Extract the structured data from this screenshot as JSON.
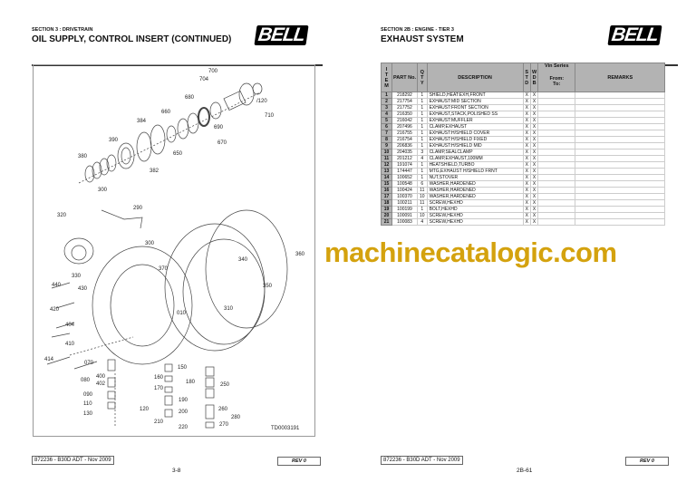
{
  "left_page": {
    "section": "SECTION 3 : DRIVETRAIN",
    "title": "OIL SUPPLY, CONTROL INSERT (CONTINUED)",
    "logo": "BELL",
    "diagram_labels": [
      "700",
      "704",
      "680",
      "/120",
      "660",
      "710",
      "384",
      "690",
      "390",
      "670",
      "650",
      "380",
      "382",
      "300",
      "290",
      "320",
      "300",
      "340",
      "360",
      "370",
      "330",
      "440",
      "430",
      "350",
      "420",
      "310",
      "010",
      "404",
      "410",
      "414",
      "070",
      "150",
      "400",
      "402",
      "160",
      "180",
      "250",
      "080",
      "170",
      "090",
      "190",
      "260",
      "110",
      "120",
      "200",
      "280",
      "130",
      "210",
      "270",
      "220"
    ],
    "drawing_ref": "TD0003191",
    "footer_doc": "872236 - B30D ADT - Nov 2009",
    "footer_rev": "REV 0",
    "page_number": "3-8"
  },
  "right_page": {
    "section": "SECTION 2B : ENGINE - TIER 3",
    "title": "EXHAUST SYSTEM",
    "logo": "BELL",
    "table": {
      "headers": {
        "item": "I T E M",
        "part": "PART No.",
        "qty": "Q T Y",
        "description": "DESCRIPTION",
        "std": "S T D",
        "wdb": "W D B",
        "vin_series": "Vin Series",
        "from_to": "From: To:",
        "remarks": "REMARKS"
      },
      "rows": [
        {
          "item": "1",
          "part": "218292",
          "qty": "1",
          "desc": "SHIELD,HEAT:EXH,FRONT",
          "std": "X",
          "wdb": "X"
        },
        {
          "item": "2",
          "part": "217754",
          "qty": "1",
          "desc": "EXHAUST:MID SECTION",
          "std": "X",
          "wdb": "X"
        },
        {
          "item": "3",
          "part": "217752",
          "qty": "1",
          "desc": "EXHAUST:FRONT SECTION",
          "std": "X",
          "wdb": "X"
        },
        {
          "item": "4",
          "part": "216350",
          "qty": "1",
          "desc": "EXHAUST,STACK,POLISHED SS",
          "std": "X",
          "wdb": "X"
        },
        {
          "item": "5",
          "part": "216042",
          "qty": "1",
          "desc": "EXHAUST:MUFFLER",
          "std": "X",
          "wdb": "X"
        },
        {
          "item": "6",
          "part": "207496",
          "qty": "1",
          "desc": "CLAMP,EXHAUST",
          "std": "X",
          "wdb": "X"
        },
        {
          "item": "7",
          "part": "216755",
          "qty": "1",
          "desc": "EXHAUST:H/SHIELD COVER",
          "std": "X",
          "wdb": "X"
        },
        {
          "item": "8",
          "part": "216754",
          "qty": "1",
          "desc": "EXHAUST:H/SHIELD FIXED",
          "std": "X",
          "wdb": "X"
        },
        {
          "item": "9",
          "part": "206836",
          "qty": "1",
          "desc": "EXHAUST:H/SHIELD MID",
          "std": "X",
          "wdb": "X"
        },
        {
          "item": "10",
          "part": "204035",
          "qty": "3",
          "desc": "CLAMP,SEALCLAMP",
          "std": "X",
          "wdb": "X"
        },
        {
          "item": "11",
          "part": "201212",
          "qty": "4",
          "desc": "CLAMP,EXHAUST,100MM",
          "std": "X",
          "wdb": "X"
        },
        {
          "item": "12",
          "part": "191074",
          "qty": "1",
          "desc": "HEATSHIELD,TURBO",
          "std": "X",
          "wdb": "X"
        },
        {
          "item": "13",
          "part": "174447",
          "qty": "1",
          "desc": "MTG,EXHAUST H/SHIELD FRNT",
          "std": "X",
          "wdb": "X"
        },
        {
          "item": "14",
          "part": "100652",
          "qty": "1",
          "desc": "NUT,STOVER",
          "std": "X",
          "wdb": "X"
        },
        {
          "item": "15",
          "part": "100548",
          "qty": "6",
          "desc": "WASHER,HARDENED",
          "std": "X",
          "wdb": "X"
        },
        {
          "item": "16",
          "part": "100424",
          "qty": "11",
          "desc": "WASHER,HARDENED",
          "std": "X",
          "wdb": "X"
        },
        {
          "item": "17",
          "part": "100370",
          "qty": "10",
          "desc": "WASHER,HARDENED",
          "std": "X",
          "wdb": "X"
        },
        {
          "item": "18",
          "part": "100211",
          "qty": "11",
          "desc": "SCREW,HEXHD",
          "std": "X",
          "wdb": "X"
        },
        {
          "item": "19",
          "part": "100199",
          "qty": "1",
          "desc": "BOLT,HEXHD",
          "std": "X",
          "wdb": "X"
        },
        {
          "item": "20",
          "part": "100091",
          "qty": "10",
          "desc": "SCREW,HEXHD",
          "std": "X",
          "wdb": "X"
        },
        {
          "item": "21",
          "part": "100083",
          "qty": "4",
          "desc": "SCREW,HEXHD",
          "std": "X",
          "wdb": "X"
        }
      ]
    },
    "footer_doc": "872236 - B30D ADT - Nov 2009",
    "footer_rev": "REV 0",
    "page_number": "2B-61"
  },
  "watermark": "machinecatalogic.com"
}
